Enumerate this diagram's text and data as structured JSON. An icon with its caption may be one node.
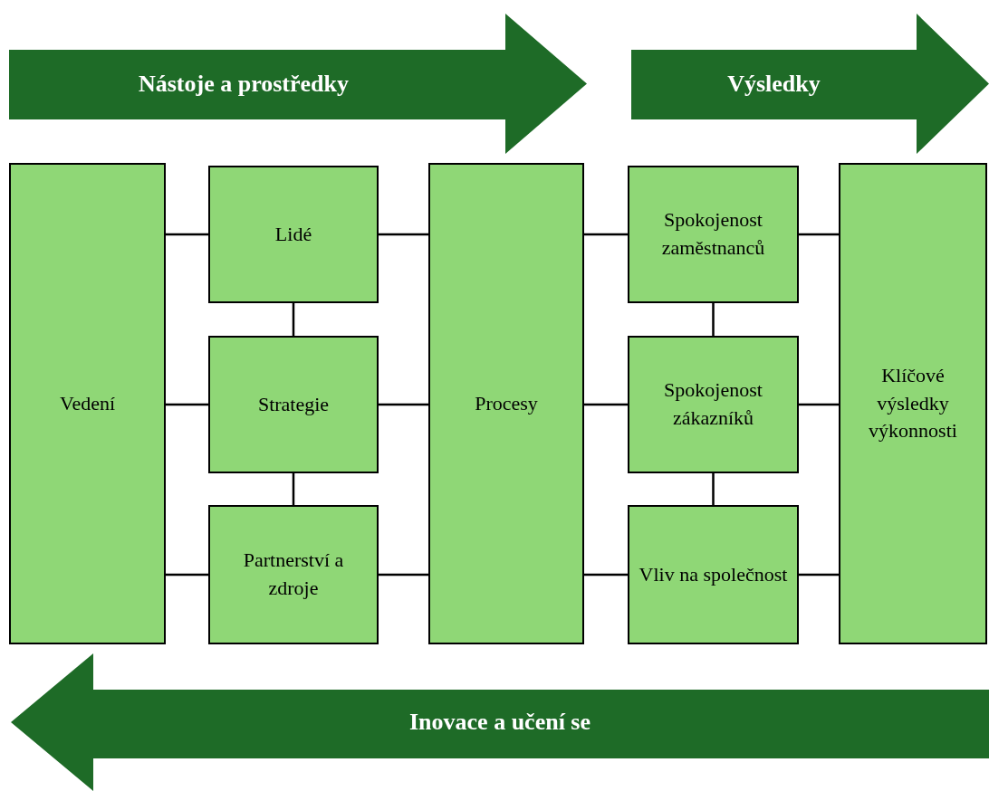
{
  "diagram": {
    "nodes": [
      {
        "text": [
          "Nástoje a prostředky"
        ]
      },
      {
        "text": [
          "Výsledky"
        ]
      },
      {
        "text": [
          "Vedení"
        ]
      },
      {
        "text": [
          "Lidé"
        ]
      },
      {
        "text": [
          "Strategie"
        ]
      },
      {
        "text": [
          "Partnerství a zdroje"
        ]
      },
      {
        "text": [
          "Procesy"
        ]
      },
      {
        "text": [
          "Spokojenost zaměstnanců"
        ]
      },
      {
        "text": [
          "Spokojenost zákazníků"
        ]
      },
      {
        "text": [
          "Vliv na společnost"
        ]
      },
      {
        "text": [
          "Klíčové výsledky výkonnosti"
        ]
      },
      {
        "text": [
          "Inovace a učení se"
        ]
      }
    ],
    "edges": [
      {
        "from": 2,
        "to": 3,
        "arrow": "none"
      },
      {
        "from": 2,
        "to": 4,
        "arrow": "none"
      },
      {
        "from": 2,
        "to": 5,
        "arrow": "none"
      },
      {
        "from": 3,
        "to": 4,
        "arrow": "none"
      },
      {
        "from": 4,
        "to": 5,
        "arrow": "none"
      },
      {
        "from": 3,
        "to": 6,
        "arrow": "none"
      },
      {
        "from": 4,
        "to": 6,
        "arrow": "none"
      },
      {
        "from": 5,
        "to": 6,
        "arrow": "none"
      },
      {
        "from": 6,
        "to": 7,
        "arrow": "none"
      },
      {
        "from": 6,
        "to": 8,
        "arrow": "none"
      },
      {
        "from": 6,
        "to": 9,
        "arrow": "none"
      },
      {
        "from": 7,
        "to": 8,
        "arrow": "none"
      },
      {
        "from": 8,
        "to": 9,
        "arrow": "none"
      },
      {
        "from": 7,
        "to": 10,
        "arrow": "none"
      },
      {
        "from": 8,
        "to": 10,
        "arrow": "none"
      },
      {
        "from": 9,
        "to": 10,
        "arrow": "none"
      }
    ]
  }
}
